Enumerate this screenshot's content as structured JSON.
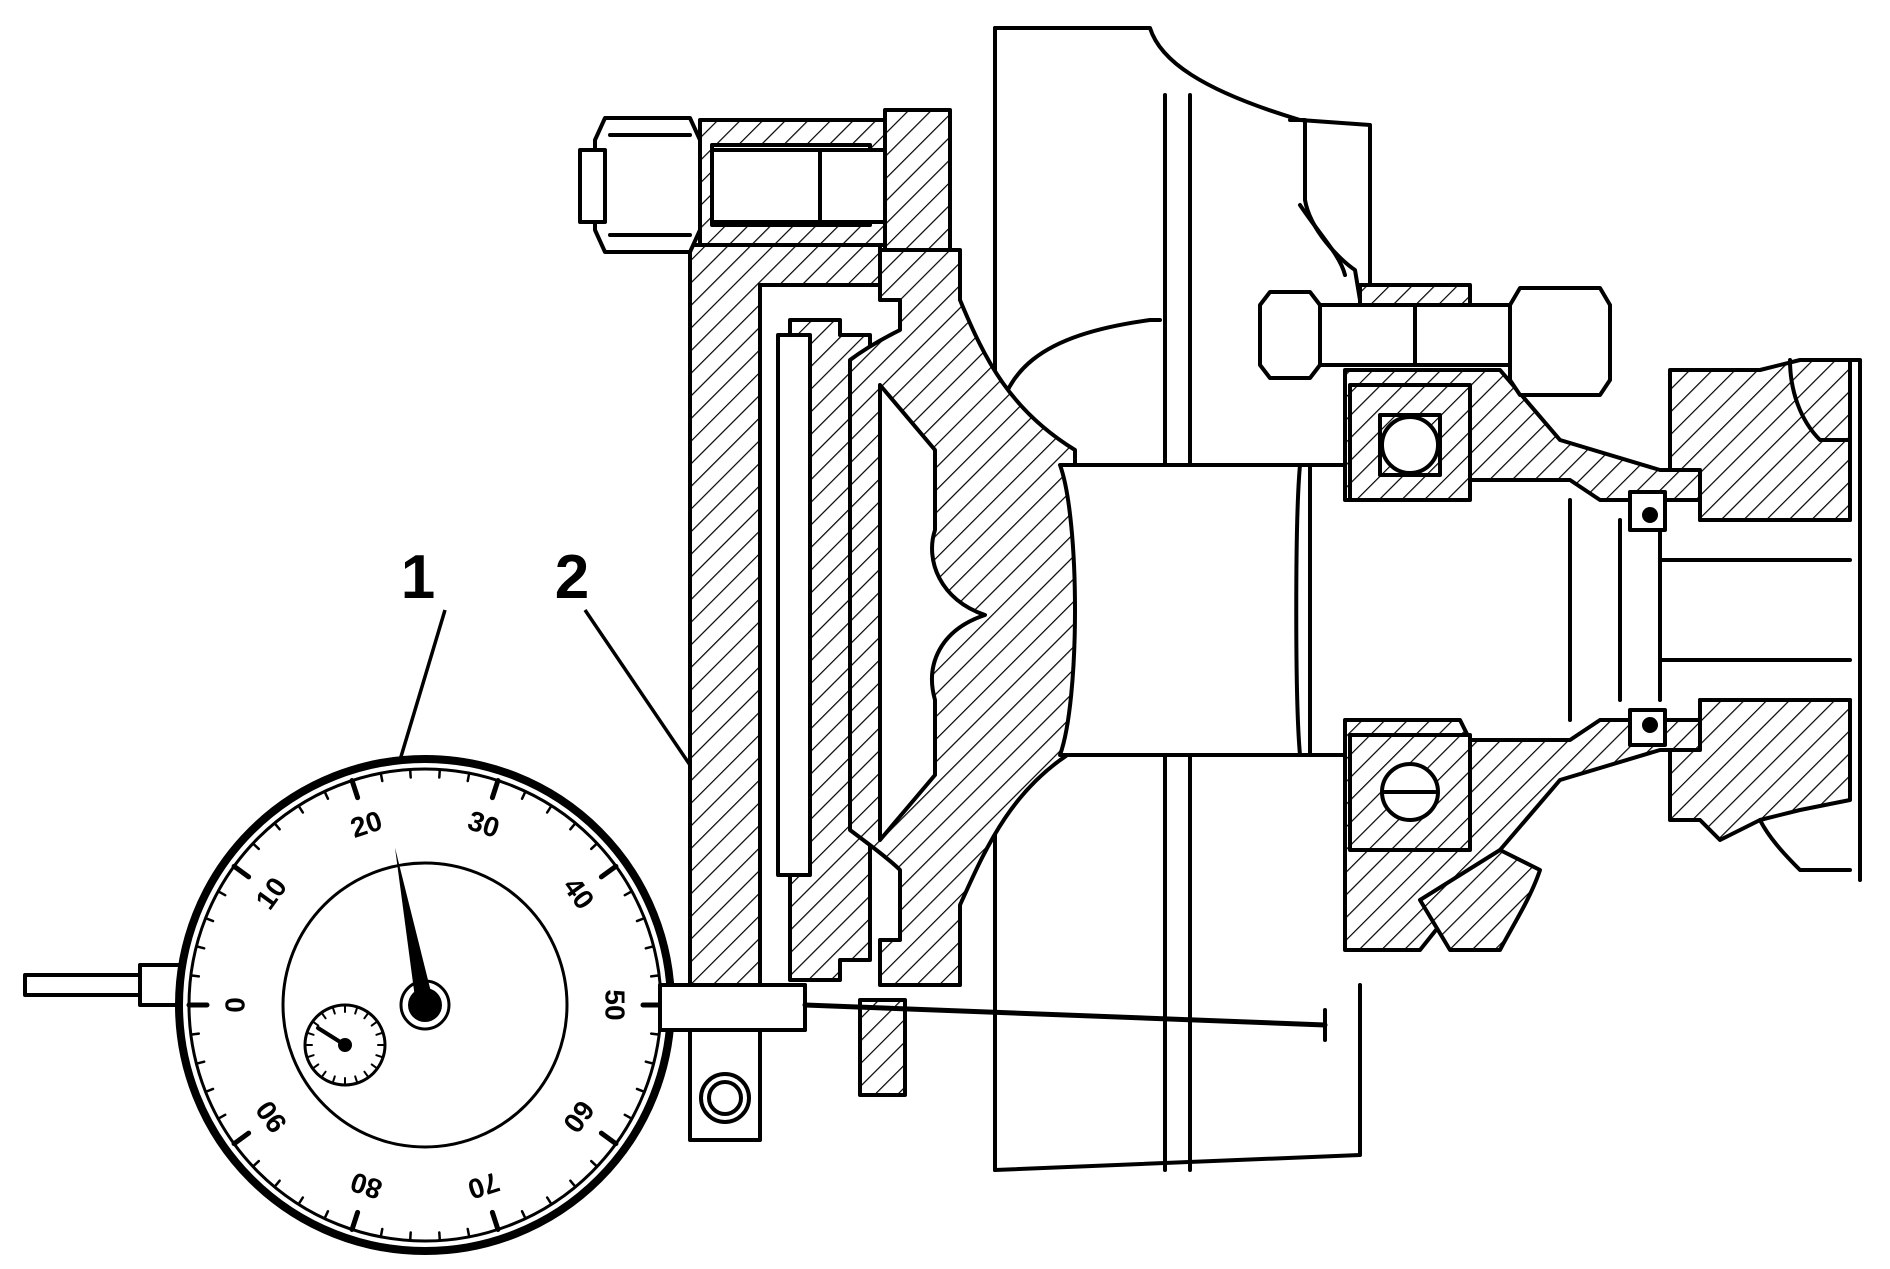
{
  "callouts": [
    {
      "id": "1",
      "text": "1"
    },
    {
      "id": "2",
      "text": "2"
    }
  ],
  "dial": {
    "labels": [
      "0",
      "10",
      "20",
      "30",
      "40",
      "50",
      "60",
      "70",
      "80",
      "90"
    ],
    "needle_reading": 22
  },
  "colors": {
    "ink": "#000000",
    "paper": "#ffffff"
  }
}
